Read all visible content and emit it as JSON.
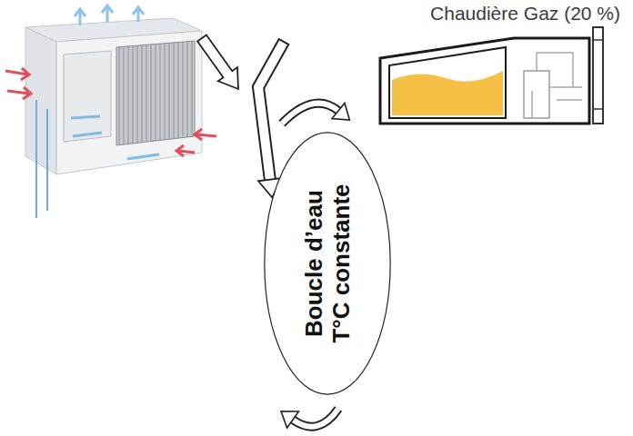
{
  "diagram": {
    "nodes": [
      {
        "text": [
          "Chaudière Gaz (20 %)"
        ]
      },
      {
        "text": [
          "Boucle d’eau T°C constante"
        ]
      }
    ],
    "edges": [
      {
        "from": 0,
        "to": 1,
        "arrow": "to"
      }
    ]
  }
}
